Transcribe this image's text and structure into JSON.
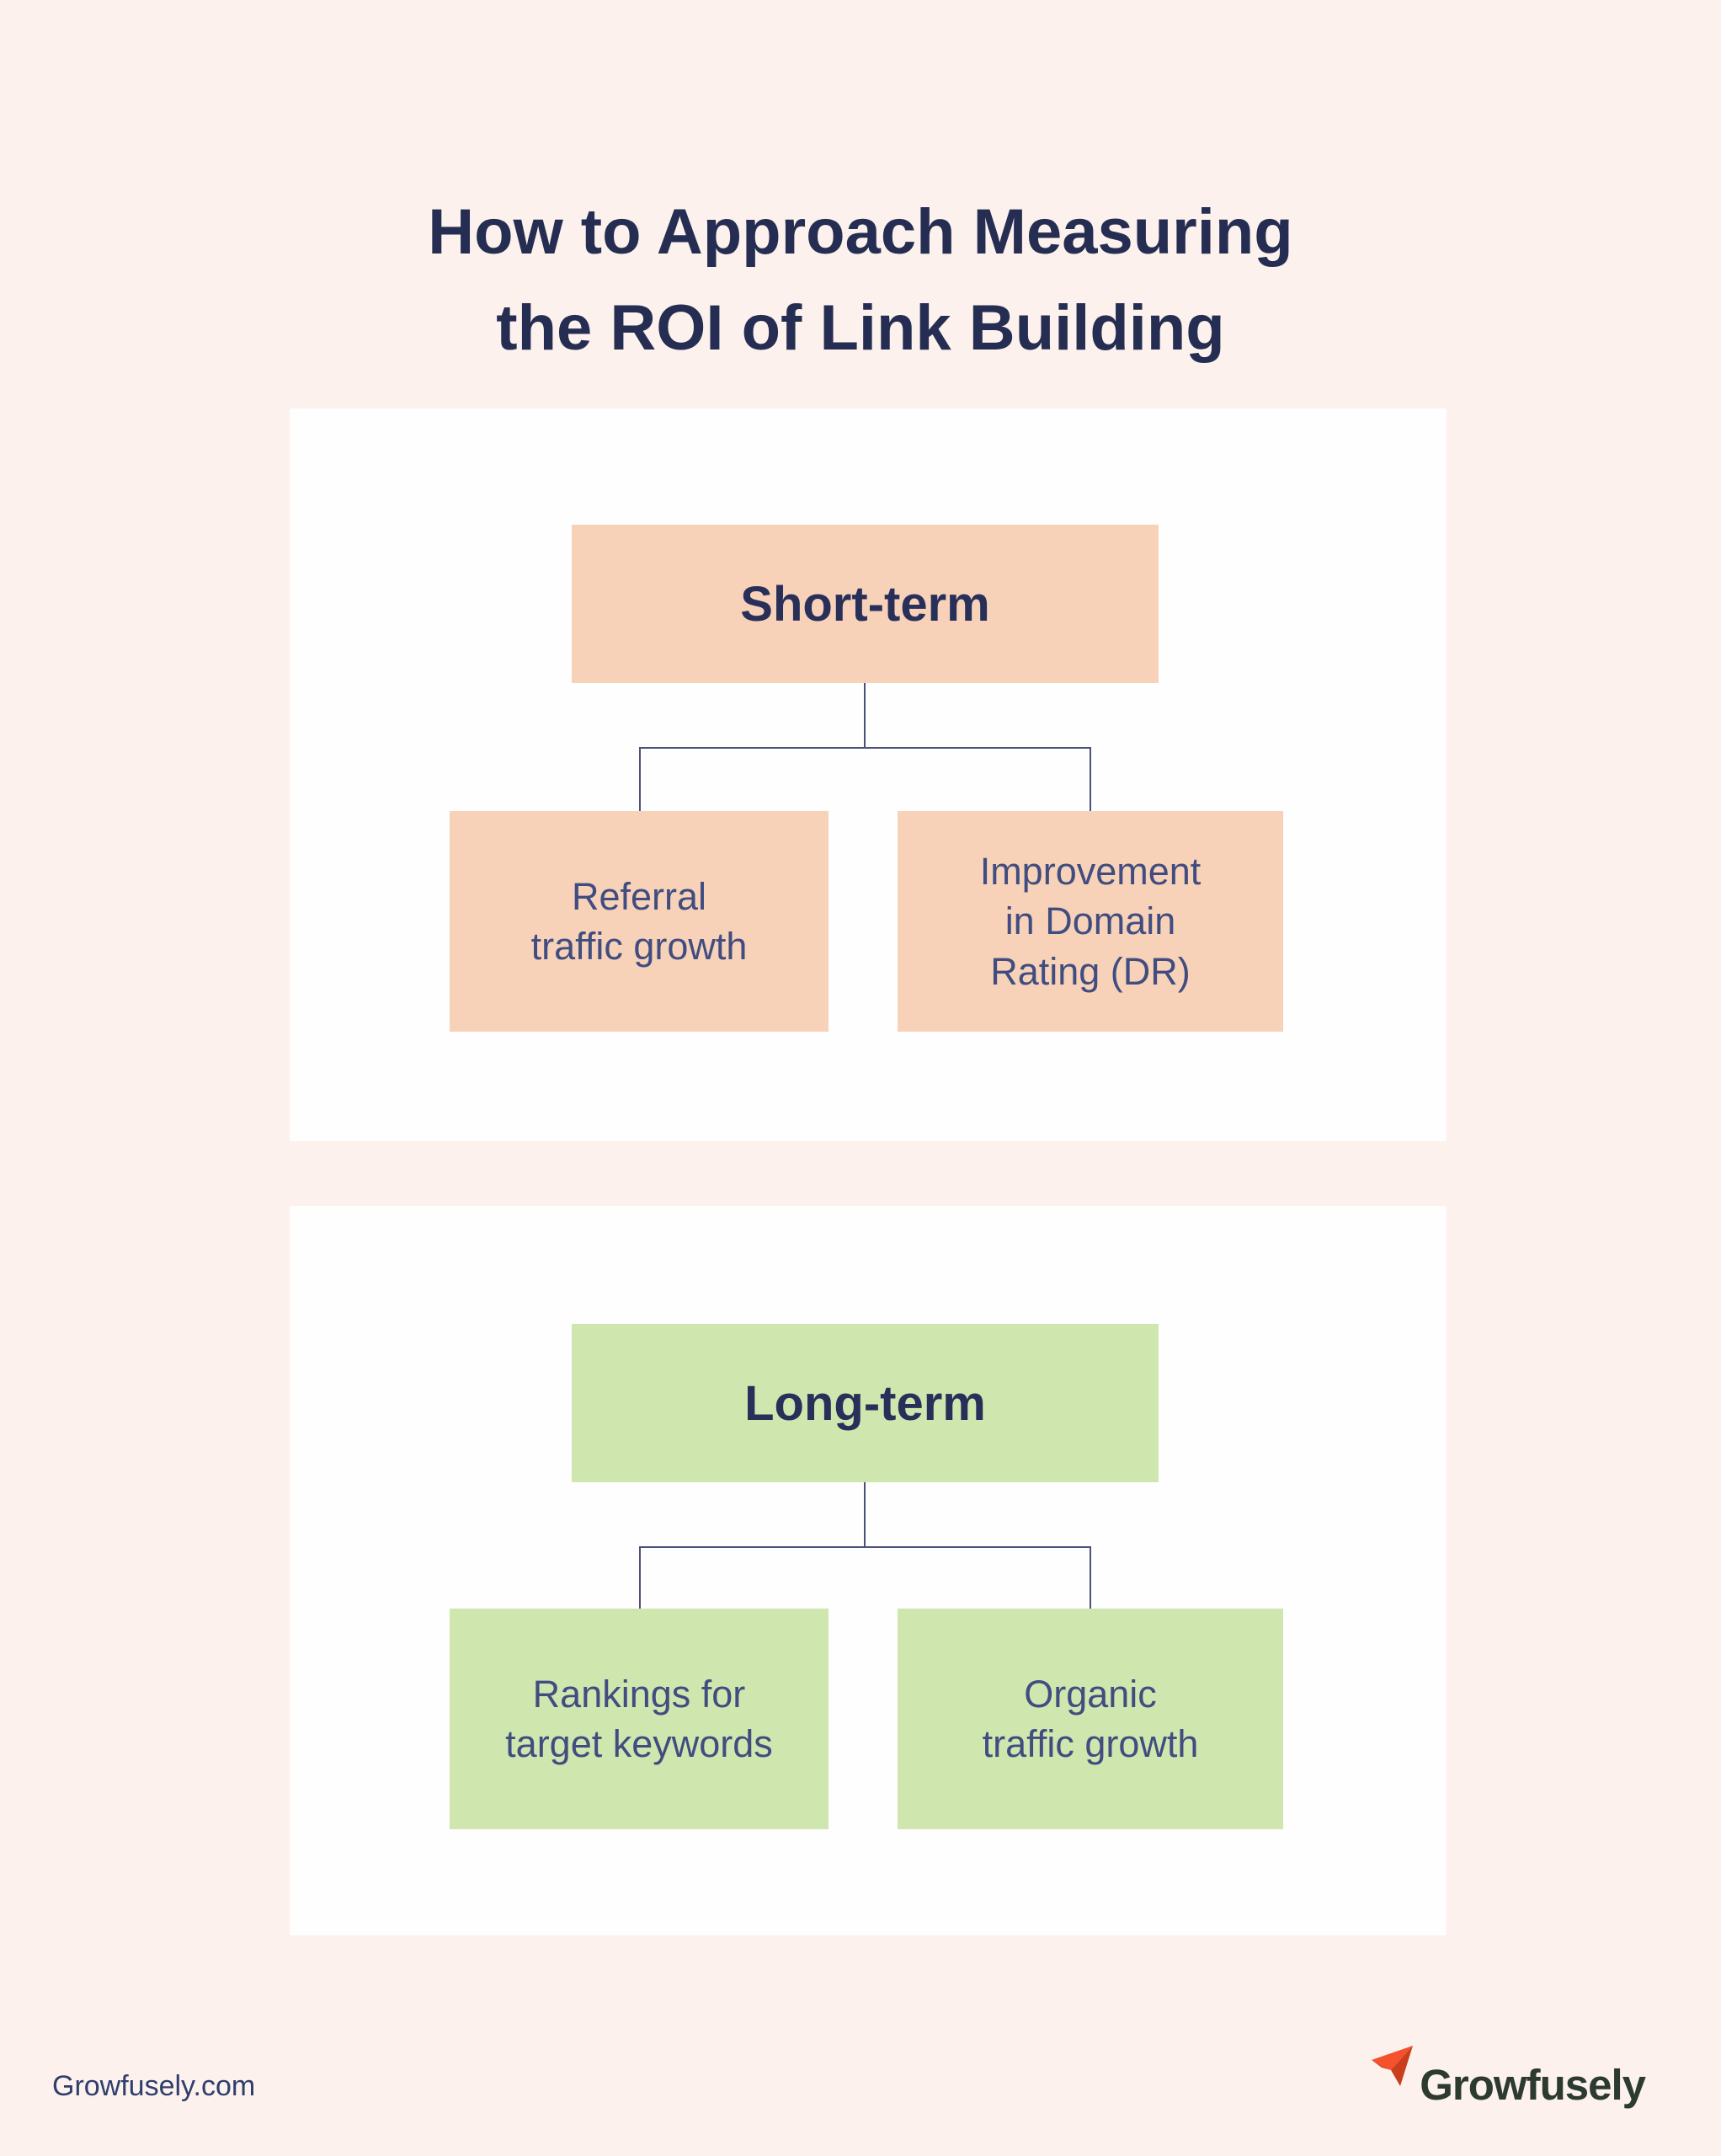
{
  "header": {
    "title_line1": "How to Approach Measuring",
    "title_line2": "the ROI of Link Building"
  },
  "diagram": {
    "panels": [
      {
        "name": "short-term",
        "parent_label": "Short-term",
        "accent_color": "#f7d2b8",
        "children": [
          {
            "label": "Referral\ntraffic growth"
          },
          {
            "label": "Improvement\nin Domain\nRating (DR)"
          }
        ]
      },
      {
        "name": "long-term",
        "parent_label": "Long-term",
        "accent_color": "#cfe7af",
        "children": [
          {
            "label": "Rankings for\ntarget keywords"
          },
          {
            "label": "Organic\ntraffic growth"
          }
        ]
      }
    ],
    "connector_color": "#4a527a"
  },
  "footer": {
    "site_url": "Growfusely.com",
    "brand_name": "Growfusely",
    "logo_icon": "paper-plane-icon",
    "logo_colors": {
      "icon_primary": "#f4512c",
      "icon_shadow": "#c93e1d",
      "wordmark": "#2c3a30"
    }
  },
  "colors": {
    "background": "#fcf1ec",
    "panel_background": "#fefefe",
    "title_text": "#252e52",
    "parent_box_text": "#28305a",
    "child_box_text": "#414d80"
  }
}
